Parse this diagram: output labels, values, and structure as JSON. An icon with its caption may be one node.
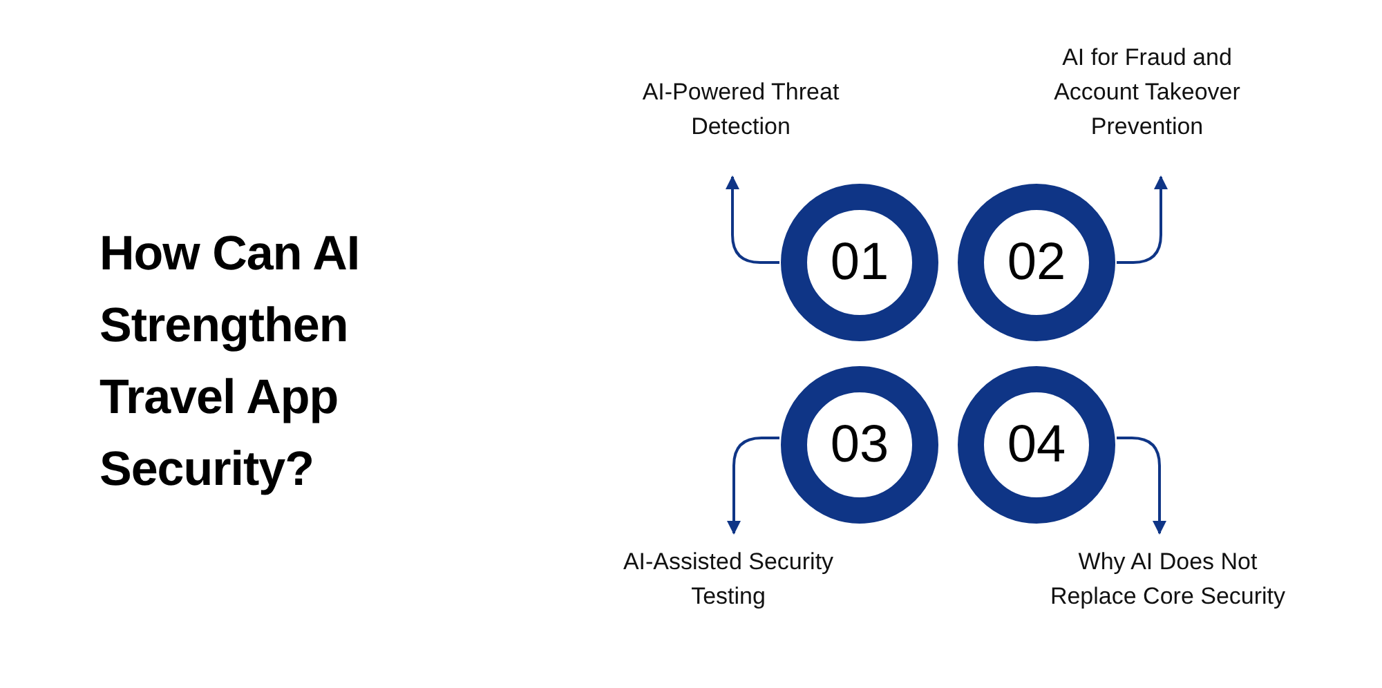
{
  "diagram": {
    "title": "How Can AI Strengthen Travel App Security?",
    "nodes": [
      {
        "text": [
          "01"
        ]
      },
      {
        "text": [
          "02"
        ]
      },
      {
        "text": [
          "03"
        ]
      },
      {
        "text": [
          "04"
        ]
      },
      {
        "text": [
          "AI-Powered Threat Detection"
        ]
      },
      {
        "text": [
          "AI for Fraud and Account Takeover Prevention"
        ]
      },
      {
        "text": [
          "AI-Assisted Security Testing"
        ]
      },
      {
        "text": [
          "Why AI Does Not Replace Core Security"
        ]
      }
    ],
    "edges": [
      {
        "from": 0,
        "to": 4,
        "arrow": "to"
      },
      {
        "from": 1,
        "to": 5,
        "arrow": "to"
      },
      {
        "from": 2,
        "to": 6,
        "arrow": "to"
      },
      {
        "from": 3,
        "to": 7,
        "arrow": "to"
      }
    ]
  }
}
